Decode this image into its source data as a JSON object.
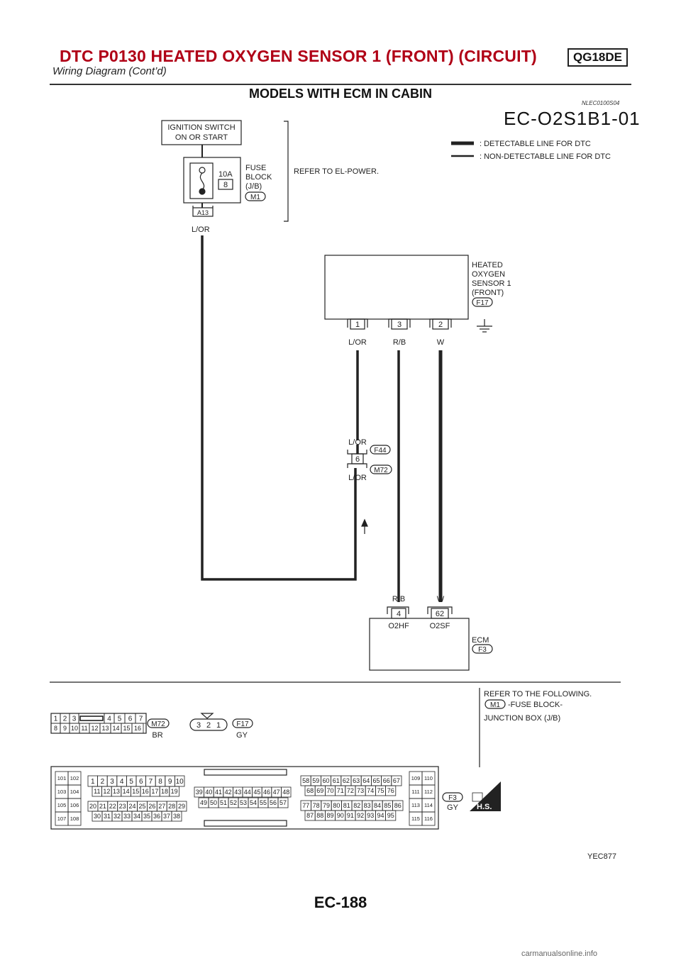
{
  "header": {
    "title": "DTC P0130 HEATED OXYGEN SENSOR 1 (FRONT) (CIRCUIT)",
    "engine_badge": "QG18DE",
    "subtitle": "Wiring Diagram (Cont’d)"
  },
  "section": {
    "title": "MODELS WITH ECM IN CABIN",
    "code": "NLEC0100S04"
  },
  "diagram_id": "EC-O2S1B1-01",
  "legend": [
    {
      "label": ": DETECTABLE LINE FOR DTC"
    },
    {
      "label": ": NON-DETECTABLE LINE FOR DTC"
    }
  ],
  "ignition": {
    "label_line1": "IGNITION SWITCH",
    "label_line2": "ON OR START"
  },
  "fuse": {
    "amperage": "10A",
    "number": "8",
    "label_line1": "FUSE",
    "label_line2": "BLOCK",
    "label_line3": "(J/B)",
    "connector": "M1",
    "terminal": "A13",
    "refer": "REFER TO EL-POWER."
  },
  "sensor": {
    "label_line1": "HEATED",
    "label_line2": "OXYGEN",
    "label_line3": "SENSOR 1",
    "label_line4": "(FRONT)",
    "connector": "F17",
    "pins": [
      {
        "pin": "1",
        "wire": "L/OR"
      },
      {
        "pin": "3",
        "wire": "R/B"
      },
      {
        "pin": "2",
        "wire": "W"
      }
    ]
  },
  "fuse_wire": "L/OR",
  "junction": {
    "wire_top": "L/OR",
    "pin": "6",
    "wire_bottom": "L/OR",
    "conn_top": "F44",
    "conn_bottom": "M72"
  },
  "ecm": {
    "label": "ECM",
    "connector": "F3",
    "pins": [
      {
        "pin": "4",
        "wire": "R/B",
        "name": "O2HF"
      },
      {
        "pin": "62",
        "wire": "W",
        "name": "O2SF"
      }
    ]
  },
  "refer_following": {
    "line1": "REFER TO THE FOLLOWING.",
    "conn": "M1",
    "line2": "-FUSE BLOCK-",
    "line3": "JUNCTION BOX (J/B)"
  },
  "conn_m72": {
    "name": "M72",
    "color": "BR",
    "row1": [
      "1",
      "2",
      "3",
      "",
      "4",
      "5",
      "6",
      "7"
    ],
    "row2": [
      "8",
      "9",
      "10",
      "11",
      "12",
      "13",
      "14",
      "15",
      "16"
    ]
  },
  "conn_f17": {
    "name": "F17",
    "color": "GY",
    "pins": [
      "3",
      "2",
      "1"
    ]
  },
  "conn_f3": {
    "name": "F3",
    "color": "GY",
    "hs_label": "H.S.",
    "left_grid": [
      "101",
      "102",
      "103",
      "104",
      "105",
      "106",
      "107",
      "108"
    ],
    "block1_r1": [
      "1",
      "2",
      "3",
      "4",
      "5",
      "6",
      "7",
      "8",
      "9",
      "10"
    ],
    "block1_r2": [
      "11",
      "12",
      "13",
      "14",
      "15",
      "16",
      "17",
      "18",
      "19"
    ],
    "block1_r3": [
      "20",
      "21",
      "22",
      "23",
      "24",
      "25",
      "26",
      "27",
      "28",
      "29"
    ],
    "block1_r4": [
      "30",
      "31",
      "32",
      "33",
      "34",
      "35",
      "36",
      "37",
      "38"
    ],
    "block2_r1": [
      "39",
      "40",
      "41",
      "42",
      "43",
      "44",
      "45",
      "46",
      "47",
      "48"
    ],
    "block2_r2": [
      "49",
      "50",
      "51",
      "52",
      "53",
      "54",
      "55",
      "56",
      "57"
    ],
    "block3_r1": [
      "58",
      "59",
      "60",
      "61",
      "62",
      "63",
      "64",
      "65",
      "66",
      "67"
    ],
    "block3_r2": [
      "68",
      "69",
      "70",
      "71",
      "72",
      "73",
      "74",
      "75",
      "76"
    ],
    "block3_r3": [
      "77",
      "78",
      "79",
      "80",
      "81",
      "82",
      "83",
      "84",
      "85",
      "86"
    ],
    "block3_r4": [
      "87",
      "88",
      "89",
      "90",
      "91",
      "92",
      "93",
      "94",
      "95"
    ],
    "right_grid": [
      "109",
      "110",
      "111",
      "112",
      "113",
      "114",
      "115",
      "116"
    ]
  },
  "figure_code": "YEC877",
  "page_number": "EC-188",
  "watermark": "carmanualsonline.info"
}
